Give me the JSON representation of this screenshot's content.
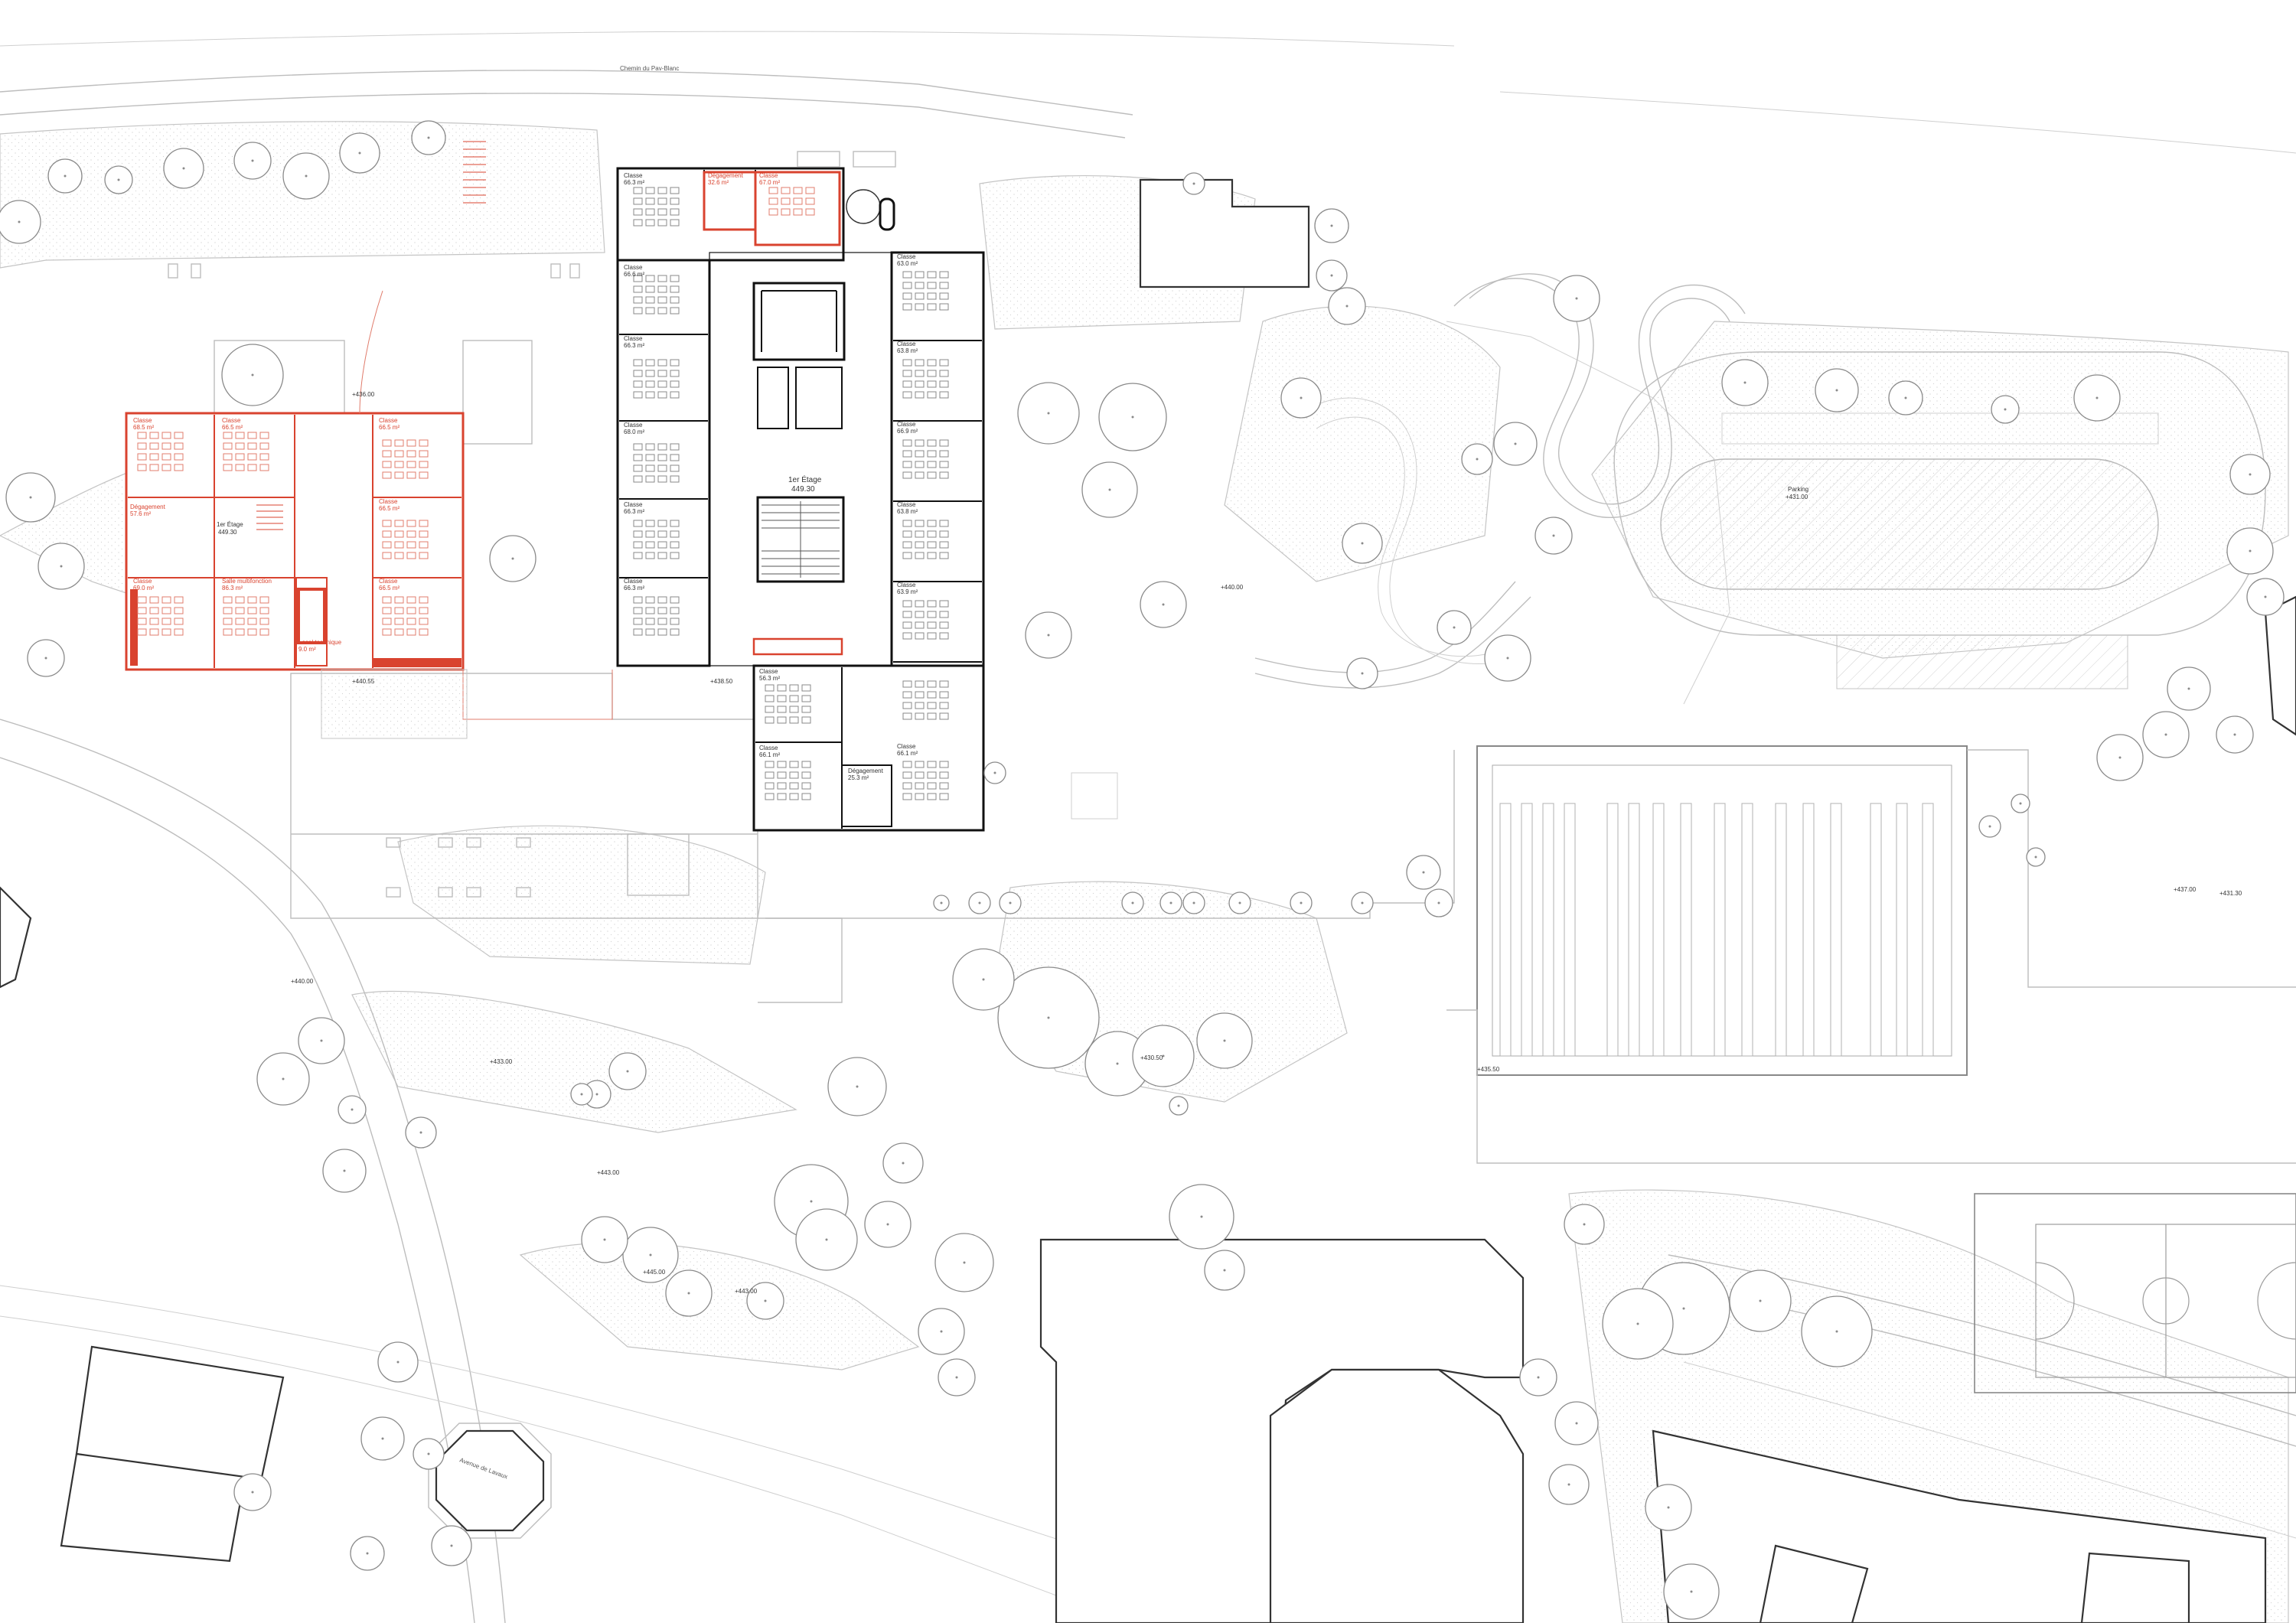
{
  "road_names": {
    "chemin": "Chemin du Pav-Blanc",
    "avenue": "Avenue de Lavaux"
  },
  "floor_labels": {
    "main_floor": "1er Étage",
    "main_level": "449.30",
    "annex_floor": "1er Étage",
    "annex_level": "449.30"
  },
  "parking_label": "Parking",
  "parking_level": "+431.00",
  "levels": [
    "+436.00",
    "+440.55",
    "+438.50",
    "+440.00",
    "+433.00",
    "+430.50",
    "+435.50",
    "+437.00",
    "+440.00",
    "+431.30",
    "+443.00",
    "+445.00",
    "+443.00"
  ],
  "rooms_main": [
    {
      "name": "Classe",
      "area": "66.3 m²"
    },
    {
      "name": "Dégagement",
      "area": "32.6 m²"
    },
    {
      "name": "Classe",
      "area": "67.0 m²"
    },
    {
      "name": "Classe",
      "area": "66.6 m²"
    },
    {
      "name": "Classe",
      "area": "66.3 m²"
    },
    {
      "name": "Classe",
      "area": "68.0 m²"
    },
    {
      "name": "Classe",
      "area": "66.3 m²"
    },
    {
      "name": "Classe",
      "area": "66.3 m²"
    },
    {
      "name": "Classe",
      "area": "63.0 m²"
    },
    {
      "name": "Classe",
      "area": "63.8 m²"
    },
    {
      "name": "Classe",
      "area": "66.9 m²"
    },
    {
      "name": "Classe",
      "area": "63.8 m²"
    },
    {
      "name": "Classe",
      "area": "63.9 m²"
    },
    {
      "name": "Classe",
      "area": "56.3 m²"
    },
    {
      "name": "Classe",
      "area": "66.1 m²"
    },
    {
      "name": "Dégagement",
      "area": "25.3 m²"
    },
    {
      "name": "Classe",
      "area": "66.1 m²"
    }
  ],
  "rooms_annex": [
    {
      "name": "Classe",
      "area": "68.5 m²"
    },
    {
      "name": "Classe",
      "area": "66.5 m²"
    },
    {
      "name": "Classe",
      "area": "66.5 m²"
    },
    {
      "name": "Dégagement",
      "area": "57.6 m²"
    },
    {
      "name": "Classe",
      "area": "66.5 m²"
    },
    {
      "name": "Classe",
      "area": "66.5 m²"
    },
    {
      "name": "Classe",
      "area": "69.0 m²"
    },
    {
      "name": "Salle multifonction",
      "area": "86.3 m²"
    },
    {
      "name": "Local technique",
      "area": "9.0 m²"
    }
  ],
  "colors": {
    "existing": "#111111",
    "new_extension": "#d9432f",
    "site_lines": "#bdbdbd",
    "background": "#ffffff"
  }
}
